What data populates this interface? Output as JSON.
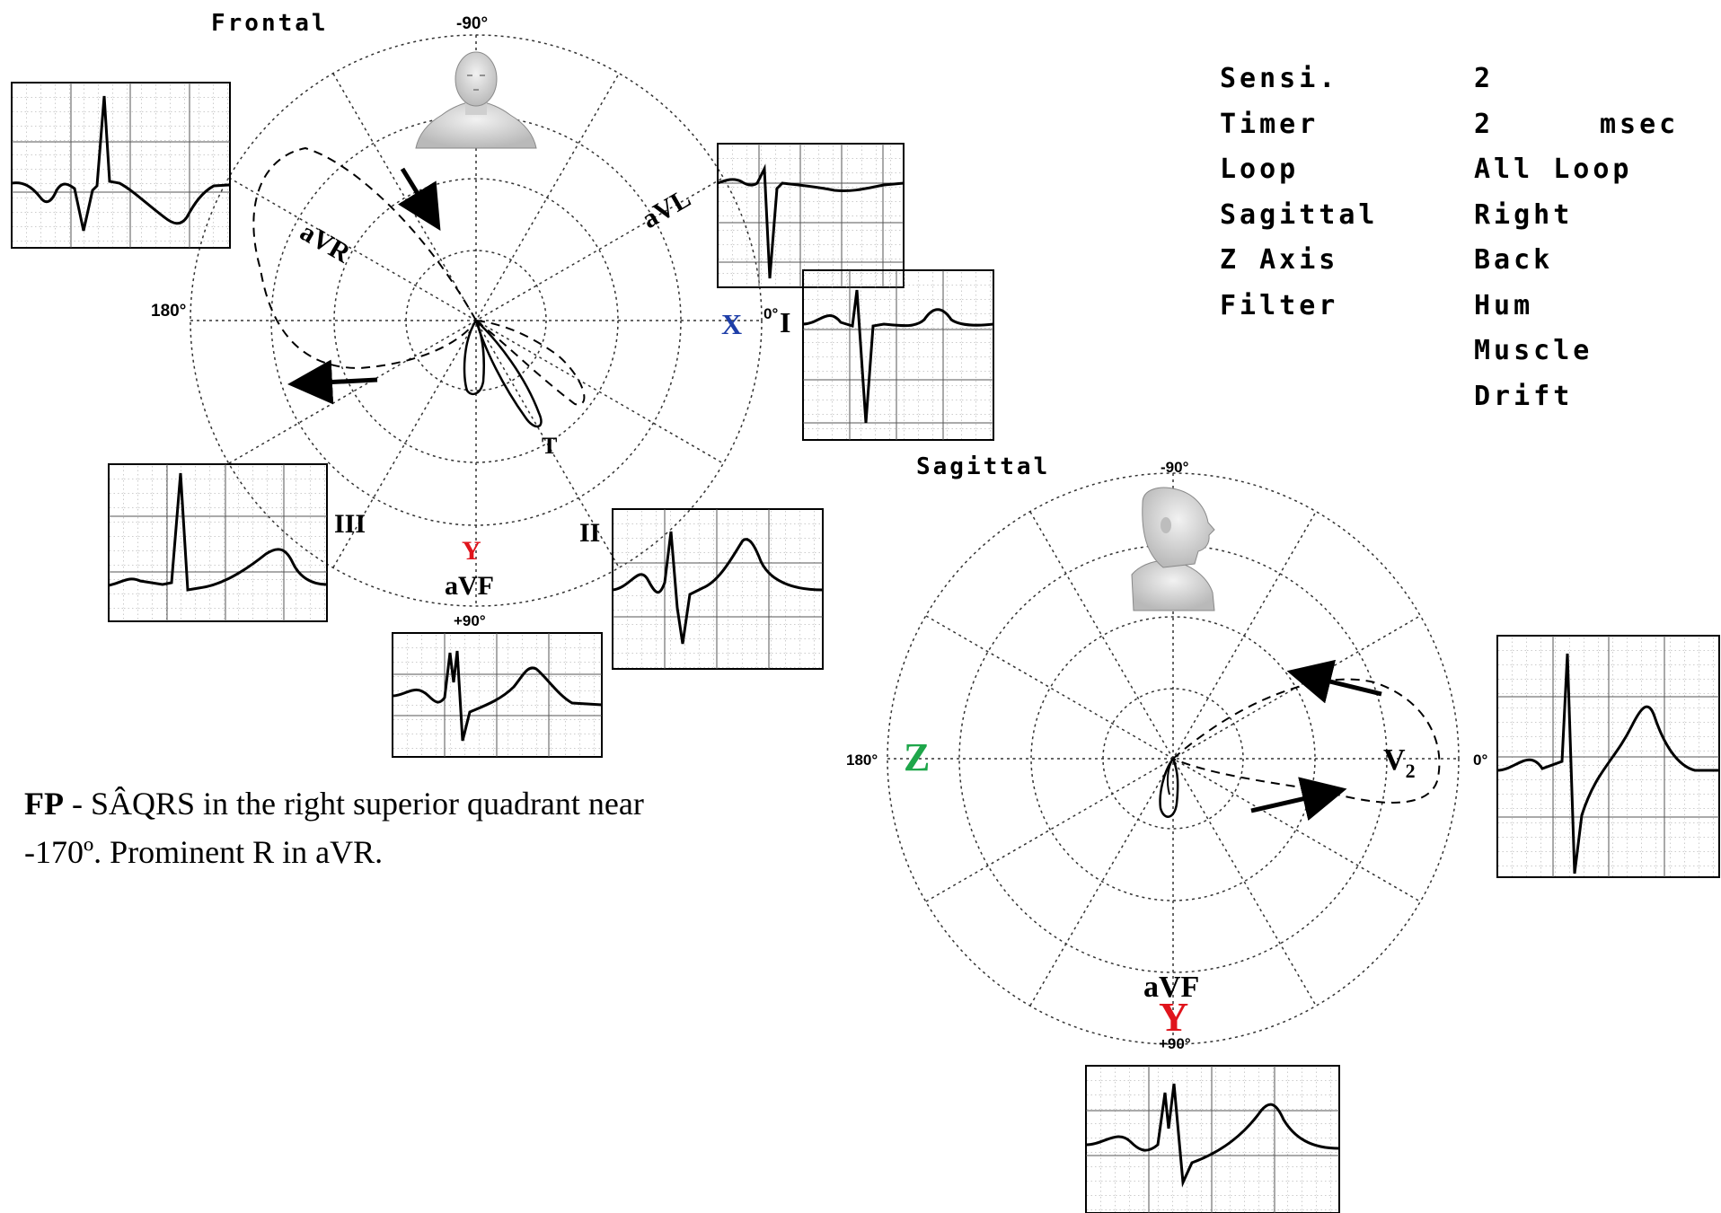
{
  "frontal": {
    "title": "Frontal",
    "angle_top": "-90°",
    "angle_left": "180°",
    "angle_right": "0°",
    "angle_bottom": "+90°",
    "axis_x": "X",
    "axis_y": "Y",
    "leads": {
      "avr": "aVR",
      "avl": "aVL",
      "i": "I",
      "ii": "II",
      "iii": "III",
      "avf": "aVF",
      "t": "T"
    }
  },
  "sagittal": {
    "title": "Sagittal",
    "angle_top": "-90°",
    "angle_left": "180°",
    "angle_right": "0°",
    "angle_bottom": "+90°",
    "axis_z": "Z",
    "axis_y": "Y",
    "leads": {
      "avf": "aVF",
      "v2_base": "V",
      "v2_sub": "2"
    }
  },
  "settings": [
    {
      "key": "Sensi.",
      "value": "2"
    },
    {
      "key": "Timer",
      "value": "2",
      "unit": "msec"
    },
    {
      "key": "Loop",
      "value": "All Loop"
    },
    {
      "key": "Sagittal",
      "value": "Right"
    },
    {
      "key": "Z Axis",
      "value": "Back"
    },
    {
      "key": "Filter",
      "value": "Hum"
    },
    {
      "key": "",
      "value": "Muscle"
    },
    {
      "key": "",
      "value": "Drift"
    }
  ],
  "caption": {
    "bold": "FP",
    "text": " - SÂQRS in the right superior quadrant near -170º. Prominent R in aVR."
  },
  "colors": {
    "x_axis": "#1f3fa8",
    "y_axis": "#e0141c",
    "z_axis": "#1ea64a"
  },
  "icons": [
    "front-head-icon",
    "profile-head-icon"
  ]
}
